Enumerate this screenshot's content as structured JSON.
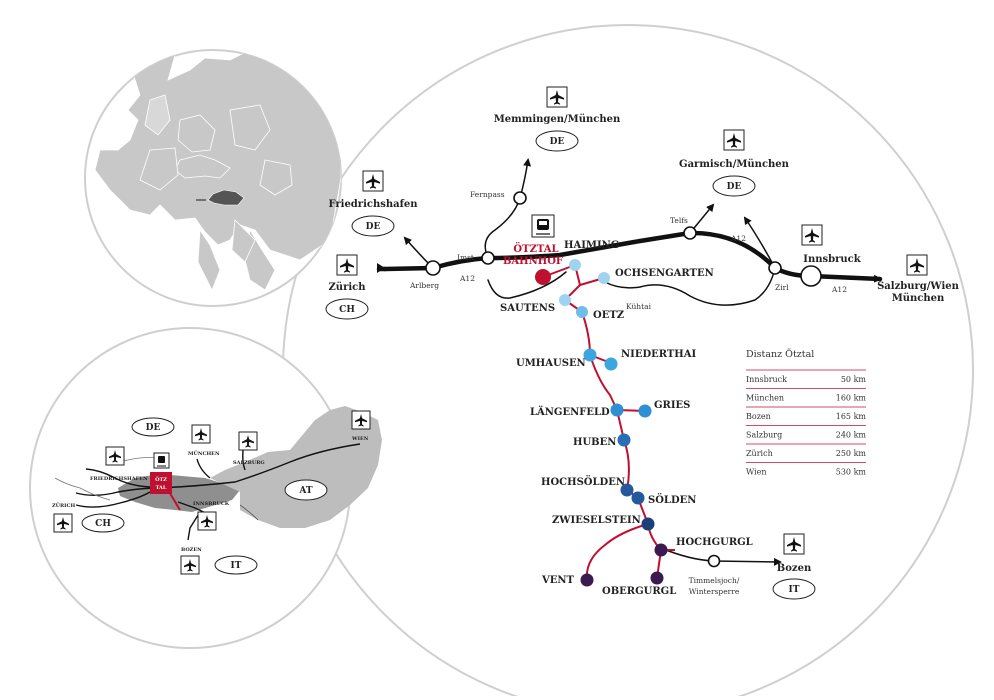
{
  "colors": {
    "brand_red": "#c0102f",
    "road_black": "#111111",
    "circle_border": "#cfcfcf",
    "europe_land": "#c8c8c8",
    "austria_fill": "#b5b5b5",
    "stop_light": "#9fd3f0",
    "stop_mid": "#3aa7e0",
    "stop_dark": "#2a6fb5",
    "stop_navy": "#1c3f7a",
    "stop_purple": "#3b1a4f"
  },
  "main_map": {
    "airports": {
      "memmingen": {
        "name": "Memmingen/München",
        "country": "DE"
      },
      "garmisch": {
        "name": "Garmisch/München",
        "country": "DE"
      },
      "friedrichshafen": {
        "name": "Friedrichshafen",
        "country": "DE"
      },
      "zurich": {
        "name": "Zürich",
        "country": "CH"
      },
      "innsbruck": {
        "name": "Innsbruck"
      },
      "salzburg": {
        "name_line1": "Salzburg/Wien",
        "name_line2": "München"
      },
      "bozen": {
        "name": "Bozen",
        "country": "IT"
      }
    },
    "road_labels": {
      "fernpass": "Fernpass",
      "imst": "Imst",
      "a12_west": "A12",
      "arlberg": "Arlberg",
      "telfs": "Telfs",
      "a12_north": "A12",
      "zirl": "Zirl",
      "a12_east": "A12",
      "kuehtai": "Kühtai",
      "timmelsjoch_1": "Timmelsjoch/",
      "timmelsjoch_2": "Wintersperre"
    },
    "station": {
      "line1": "ÖTZTAL",
      "line2": "BAHNHOF"
    },
    "stops": {
      "haiming": "HAIMING",
      "ochsengarten": "OCHSENGARTEN",
      "sautens": "SAUTENS",
      "oetz": "OETZ",
      "umhausen": "UMHAUSEN",
      "niederthai": "NIEDERTHAI",
      "laengenfeld": "LÄNGENFELD",
      "gries": "GRIES",
      "huben": "HUBEN",
      "hochsoelden": "HOCHSÖLDEN",
      "soelden": "SÖLDEN",
      "zwieselstein": "ZWIESELSTEIN",
      "hochgurgl": "HOCHGURGL",
      "vent": "VENT",
      "obergurgl": "OBERGURGL"
    }
  },
  "distance_table": {
    "title": "Distanz Ötztal",
    "rows": [
      {
        "city": "Innsbruck",
        "km": "50 km"
      },
      {
        "city": "München",
        "km": "160 km"
      },
      {
        "city": "Bozen",
        "km": "165 km"
      },
      {
        "city": "Salzburg",
        "km": "240 km"
      },
      {
        "city": "Zürich",
        "km": "250 km"
      },
      {
        "city": "Wien",
        "km": "530 km"
      }
    ]
  },
  "mini_map": {
    "countries": {
      "de": "DE",
      "at": "AT",
      "ch": "CH",
      "it": "IT"
    },
    "cities": {
      "friedrichshafen": "FRIEDRICHSHAFEN",
      "muenchen": "MÜNCHEN",
      "salzburg": "SALZBURG",
      "wien": "WIEN",
      "zurich": "ZÜRICH",
      "innsbruck": "INNSBRUCK",
      "bozen": "BOZEN"
    },
    "station_badge": {
      "line1": "ÖTZ",
      "line2": "TAL"
    }
  }
}
